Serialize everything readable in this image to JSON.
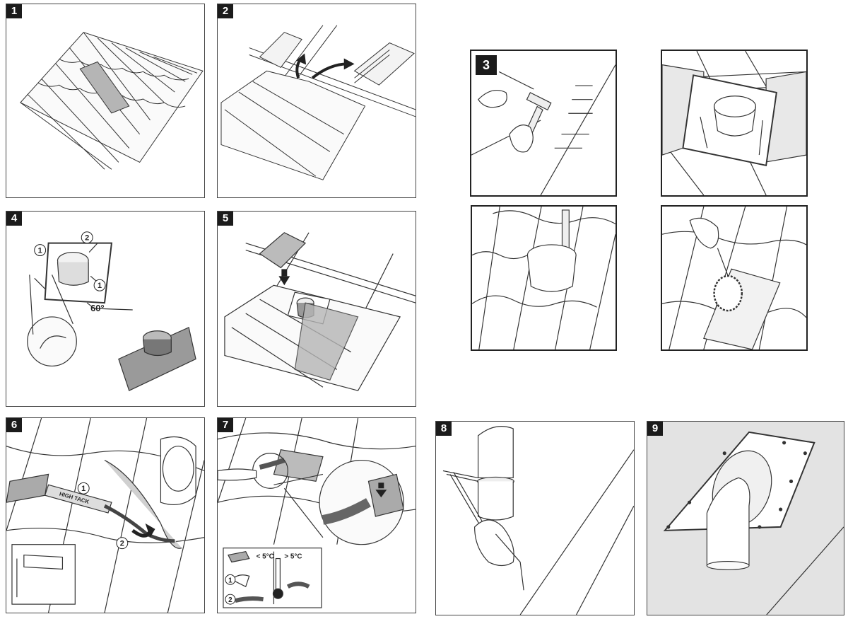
{
  "panels": {
    "p1": {
      "step": "1"
    },
    "p2": {
      "step": "2"
    },
    "p3": {
      "step": "3"
    },
    "p4": {
      "step": "4",
      "angle_label": "60°",
      "callout_1": "1",
      "callout_2": "2",
      "callout_3": "1"
    },
    "p5": {
      "step": "5"
    },
    "p6": {
      "step": "6",
      "tube_label": "HIGH TACK",
      "callout_1": "1",
      "callout_2": "2"
    },
    "p7": {
      "step": "7",
      "temp_low": "< 5°C",
      "temp_high": "> 5°C",
      "callout_1": "1",
      "callout_2": "2"
    },
    "p8": {
      "step": "8"
    },
    "p9": {
      "step": "9"
    }
  },
  "colors": {
    "ink": "#222222",
    "grey_fill": "#b5b5b5",
    "dark_fill": "#6f6f6f",
    "panel9_bg": "#e3e3e3"
  }
}
